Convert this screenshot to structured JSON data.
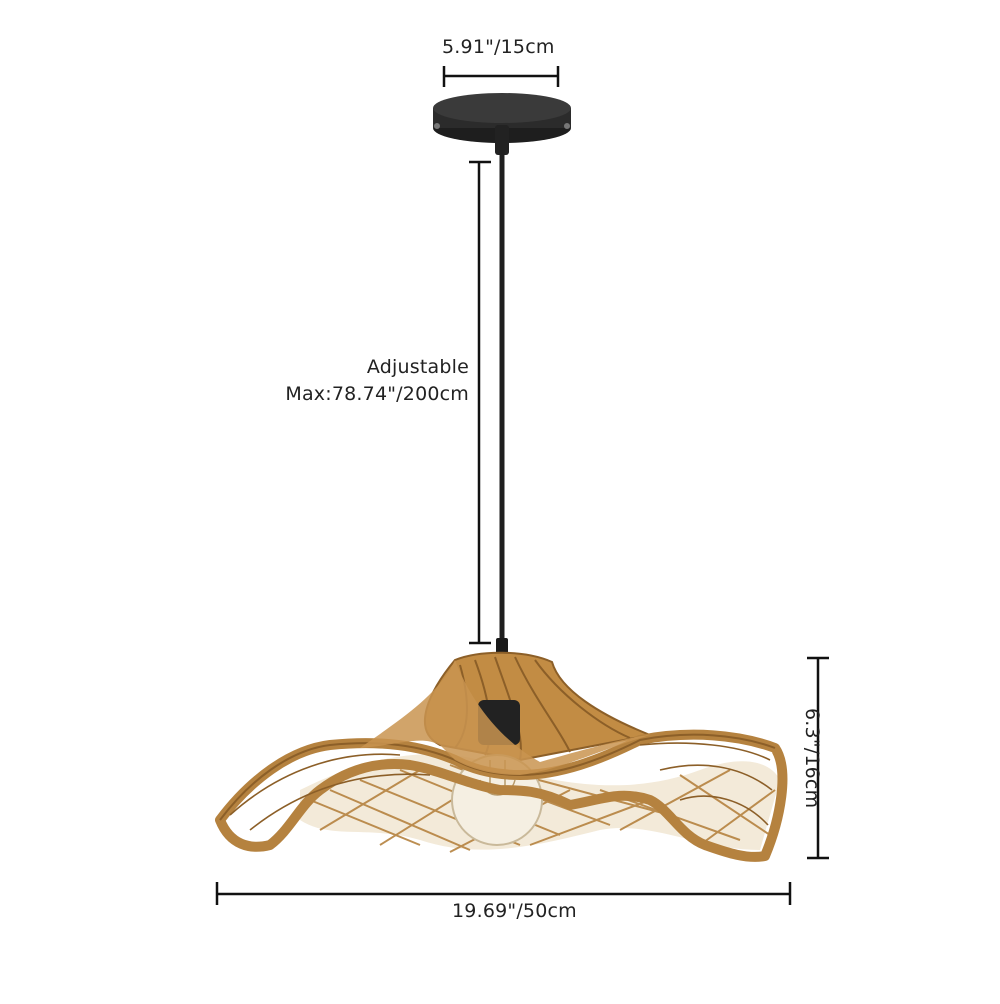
{
  "dimensions": {
    "canopy_width": "5.91\"/15cm",
    "cord_label_line1": "Adjustable",
    "cord_label_line2": "Max:78.74\"/200cm",
    "shade_width": "19.69\"/50cm",
    "shade_height": "6.3\"/16cm"
  },
  "colors": {
    "canopy": "#2b2b2b",
    "cord": "#1f1f1f",
    "rattan": "#b5823f",
    "rattan_dark": "#8c5f28",
    "dimension_line": "#111111",
    "text": "#222222"
  }
}
